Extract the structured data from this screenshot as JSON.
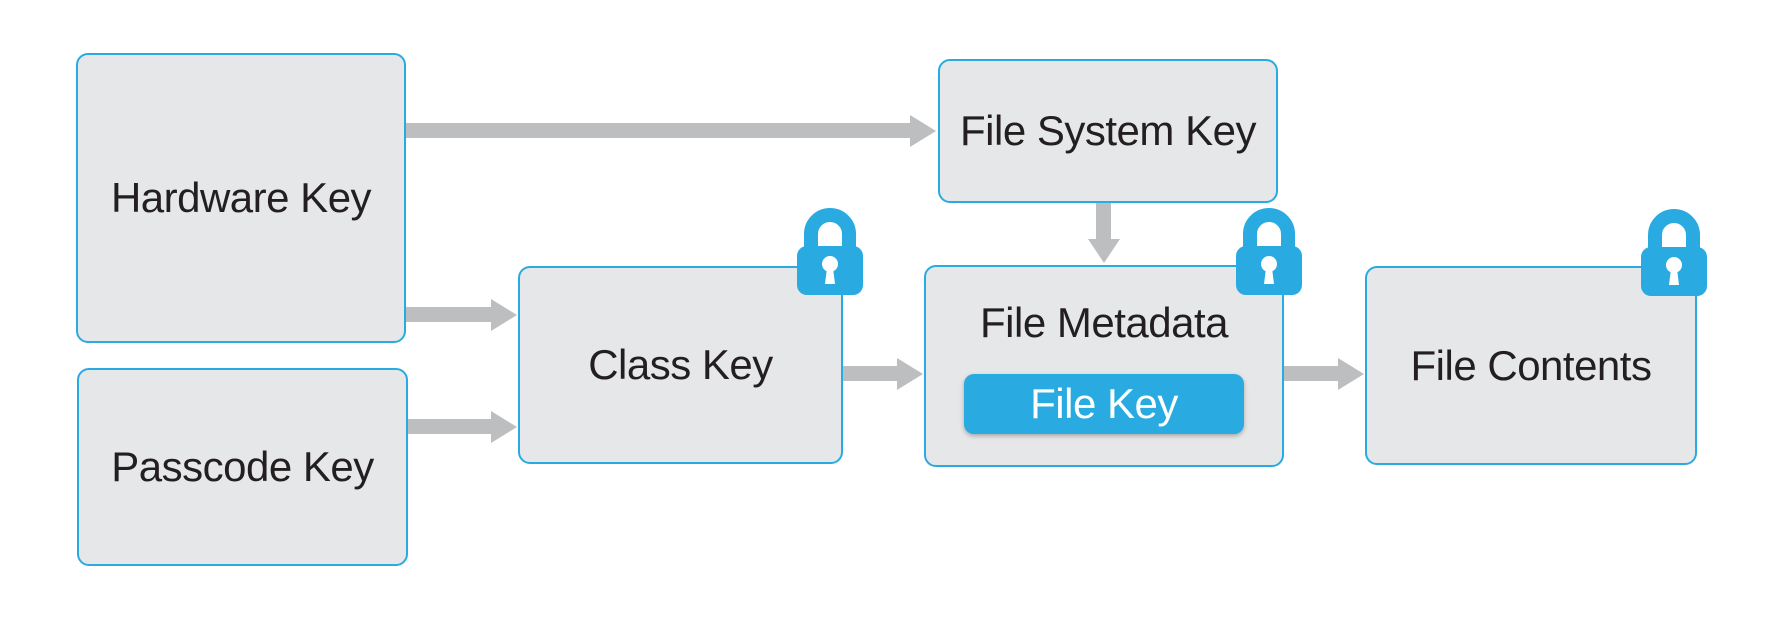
{
  "diagram": {
    "nodes": {
      "hardware_key": {
        "label": "Hardware Key",
        "locked": false
      },
      "passcode_key": {
        "label": "Passcode Key",
        "locked": false
      },
      "class_key": {
        "label": "Class Key",
        "locked": true
      },
      "file_system_key": {
        "label": "File System Key",
        "locked": false
      },
      "file_metadata": {
        "label": "File Metadata",
        "locked": true,
        "file_key_label": "File Key"
      },
      "file_contents": {
        "label": "File Contents",
        "locked": true
      }
    },
    "edges": [
      {
        "from": "hardware_key",
        "to": "file_system_key",
        "direction": "right"
      },
      {
        "from": "hardware_key",
        "to": "class_key",
        "direction": "right"
      },
      {
        "from": "passcode_key",
        "to": "class_key",
        "direction": "right"
      },
      {
        "from": "class_key",
        "to": "file_metadata",
        "direction": "right"
      },
      {
        "from": "file_system_key",
        "to": "file_metadata",
        "direction": "down"
      },
      {
        "from": "file_metadata",
        "to": "file_contents",
        "direction": "right"
      }
    ],
    "locked_nodes": [
      "class_key",
      "file_metadata",
      "file_contents"
    ],
    "colors": {
      "accent_blue": "#29ABE2",
      "node_fill": "#E6E7E8",
      "node_border": "#29ABE2",
      "arrow_gray": "#BCBEC0",
      "label_text": "#231F20",
      "file_key_text": "#FFFFFF",
      "background": "#FFFFFF"
    }
  }
}
